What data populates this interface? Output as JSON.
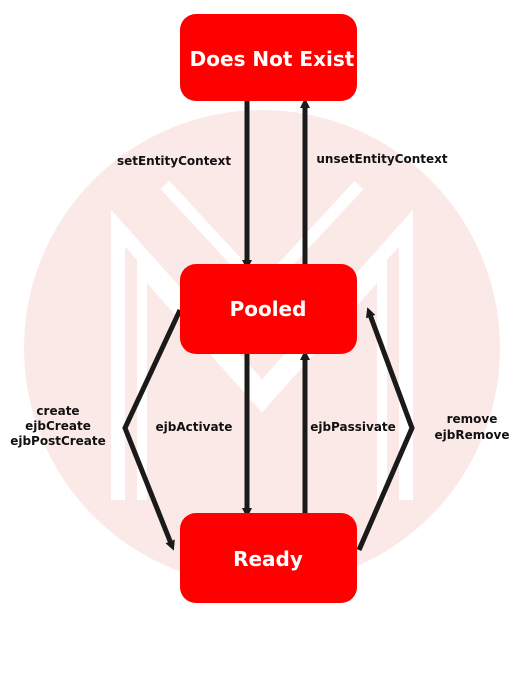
{
  "colors": {
    "state_fill": "#ff0000",
    "state_text": "#ffffff",
    "arrow": "#1a1a1a",
    "watermark_circle": "#fbe9e7",
    "watermark_mark": "#ffffff"
  },
  "watermark": {
    "description": "logo-watermark"
  },
  "states": {
    "does_not_exist": "Does Not Exist",
    "pooled": "Pooled",
    "ready": "Ready"
  },
  "transitions": {
    "set_entity_context": "setEntityContext",
    "unset_entity_context": "unsetEntityContext",
    "ejb_activate": "ejbActivate",
    "ejb_passivate": "ejbPassivate",
    "create_lines": [
      "create",
      "ejbCreate",
      "ejbPostCreate"
    ],
    "remove_lines": [
      "remove",
      "ejbRemove"
    ]
  }
}
